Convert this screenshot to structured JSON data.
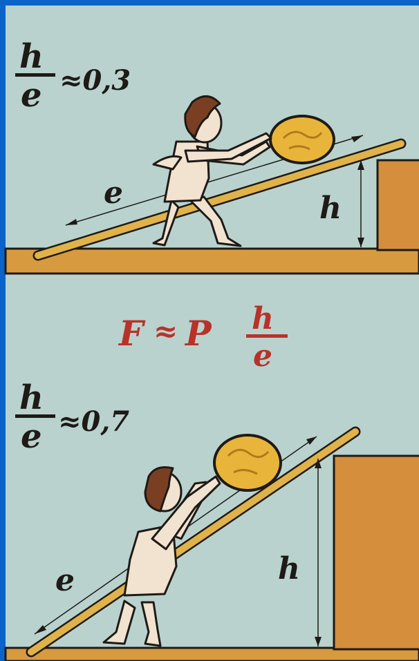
{
  "colors": {
    "frame": "#0a63c9",
    "paper": "#b9d2cd",
    "floor": "#d79a3e",
    "block": "#d48e3c",
    "plank": "#e0b24a",
    "ink": "#1e1a17",
    "red": "#b8322a",
    "skin": "#f1e3cf",
    "hair": "#7a3f22",
    "stone": "#e8b53a"
  },
  "top_panel": {
    "ratio_num": "h",
    "ratio_den": "e",
    "ratio_rel": "≈0,3",
    "label_length": "e",
    "label_height": "h",
    "ratio_value": 0.3
  },
  "formula": {
    "lhs": "F",
    "rel": "≈",
    "p": "P",
    "num": "h",
    "den": "e"
  },
  "bottom_panel": {
    "ratio_num": "h",
    "ratio_den": "e",
    "ratio_rel": "≈0,7",
    "label_length": "e",
    "label_height": "h",
    "ratio_value": 0.7
  }
}
